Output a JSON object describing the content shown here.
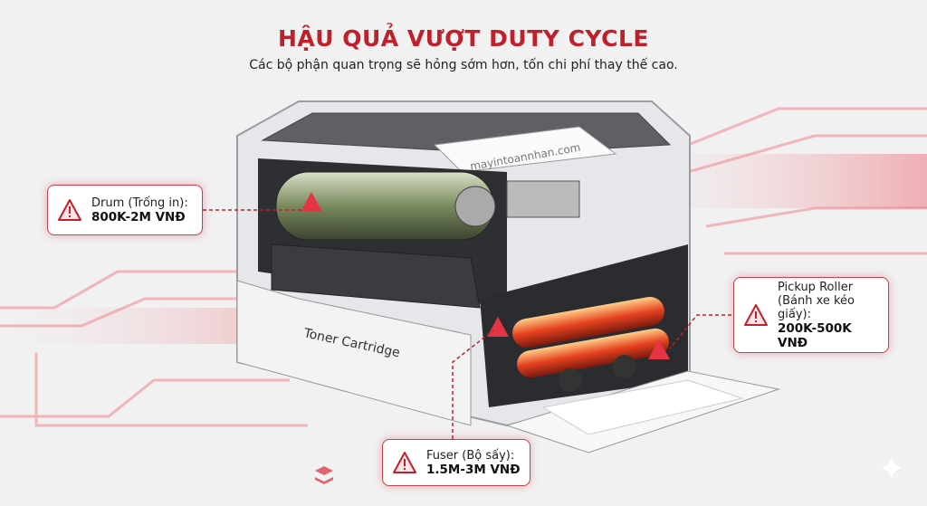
{
  "title": "HẬU QUẢ VƯỢT DUTY CYCLE",
  "subtitle": "Các bộ phận quan trọng sẽ hỏng sớm hơn, tốn chi phí thay thế cao.",
  "illustration": {
    "paper_watermark": "mayintoannhan.com",
    "printer_label": "Toner Cartridge",
    "accent_color": "#c0202b"
  },
  "callouts": [
    {
      "label": "Drum (Trống in):",
      "cost": "800K-2M VNĐ",
      "icon": "warning-triangle-icon"
    },
    {
      "label": "Pickup Roller (Bánh xe kéo giấy):",
      "cost": "200K-500K VNĐ",
      "icon": "warning-triangle-icon"
    },
    {
      "label": "Fuser (Bộ sấy):",
      "cost": "1.5M-3M VNĐ",
      "icon": "warning-triangle-icon"
    }
  ]
}
